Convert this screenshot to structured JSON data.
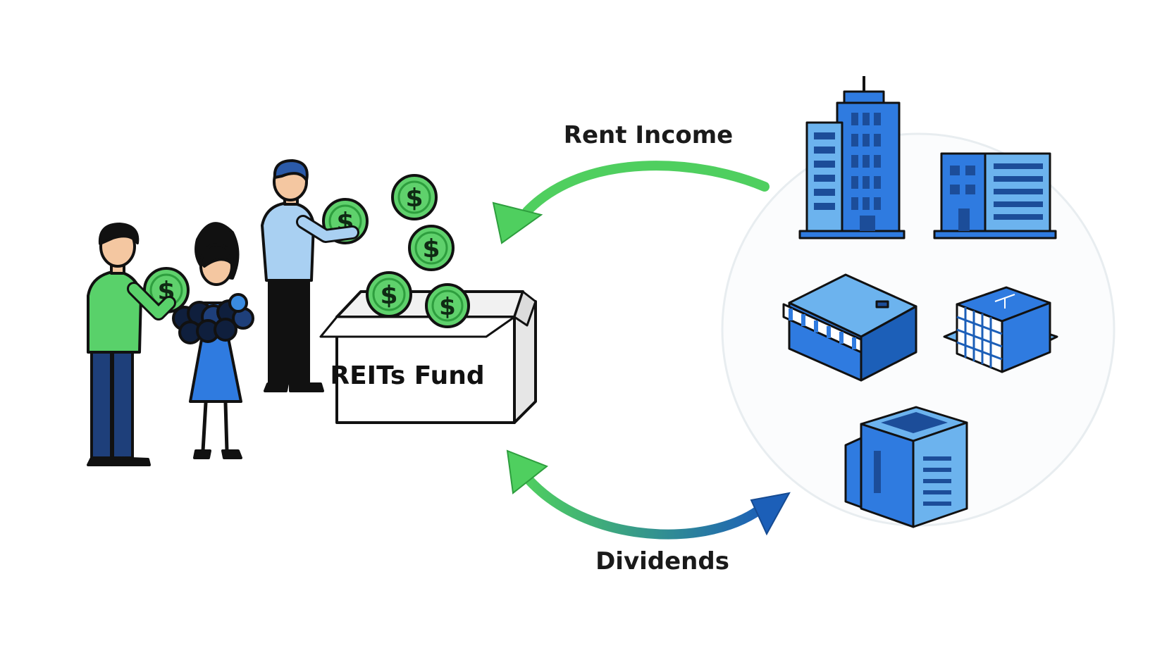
{
  "labels": {
    "rent_income": "Rent Income",
    "dividends": "Dividends",
    "fund_box": "REITs Fund",
    "coin_symbol": "$"
  },
  "colors": {
    "green": "#4fcf5f",
    "green_dark": "#2e9e3e",
    "blue": "#3a8be0",
    "blue_dark": "#1c5fb8",
    "blue_light": "#a9d0f2",
    "outline": "#111111"
  },
  "icons": {
    "people": [
      "investor-man-green-shirt-icon",
      "investor-woman-blue-dress-icon",
      "investor-man-light-shirt-icon"
    ],
    "properties": [
      "office-tower-icon",
      "office-building-icon",
      "retail-store-icon",
      "hotel-building-icon",
      "data-center-building-icon"
    ],
    "fund": "open-box-icon",
    "coins": "dollar-coin-icon"
  }
}
